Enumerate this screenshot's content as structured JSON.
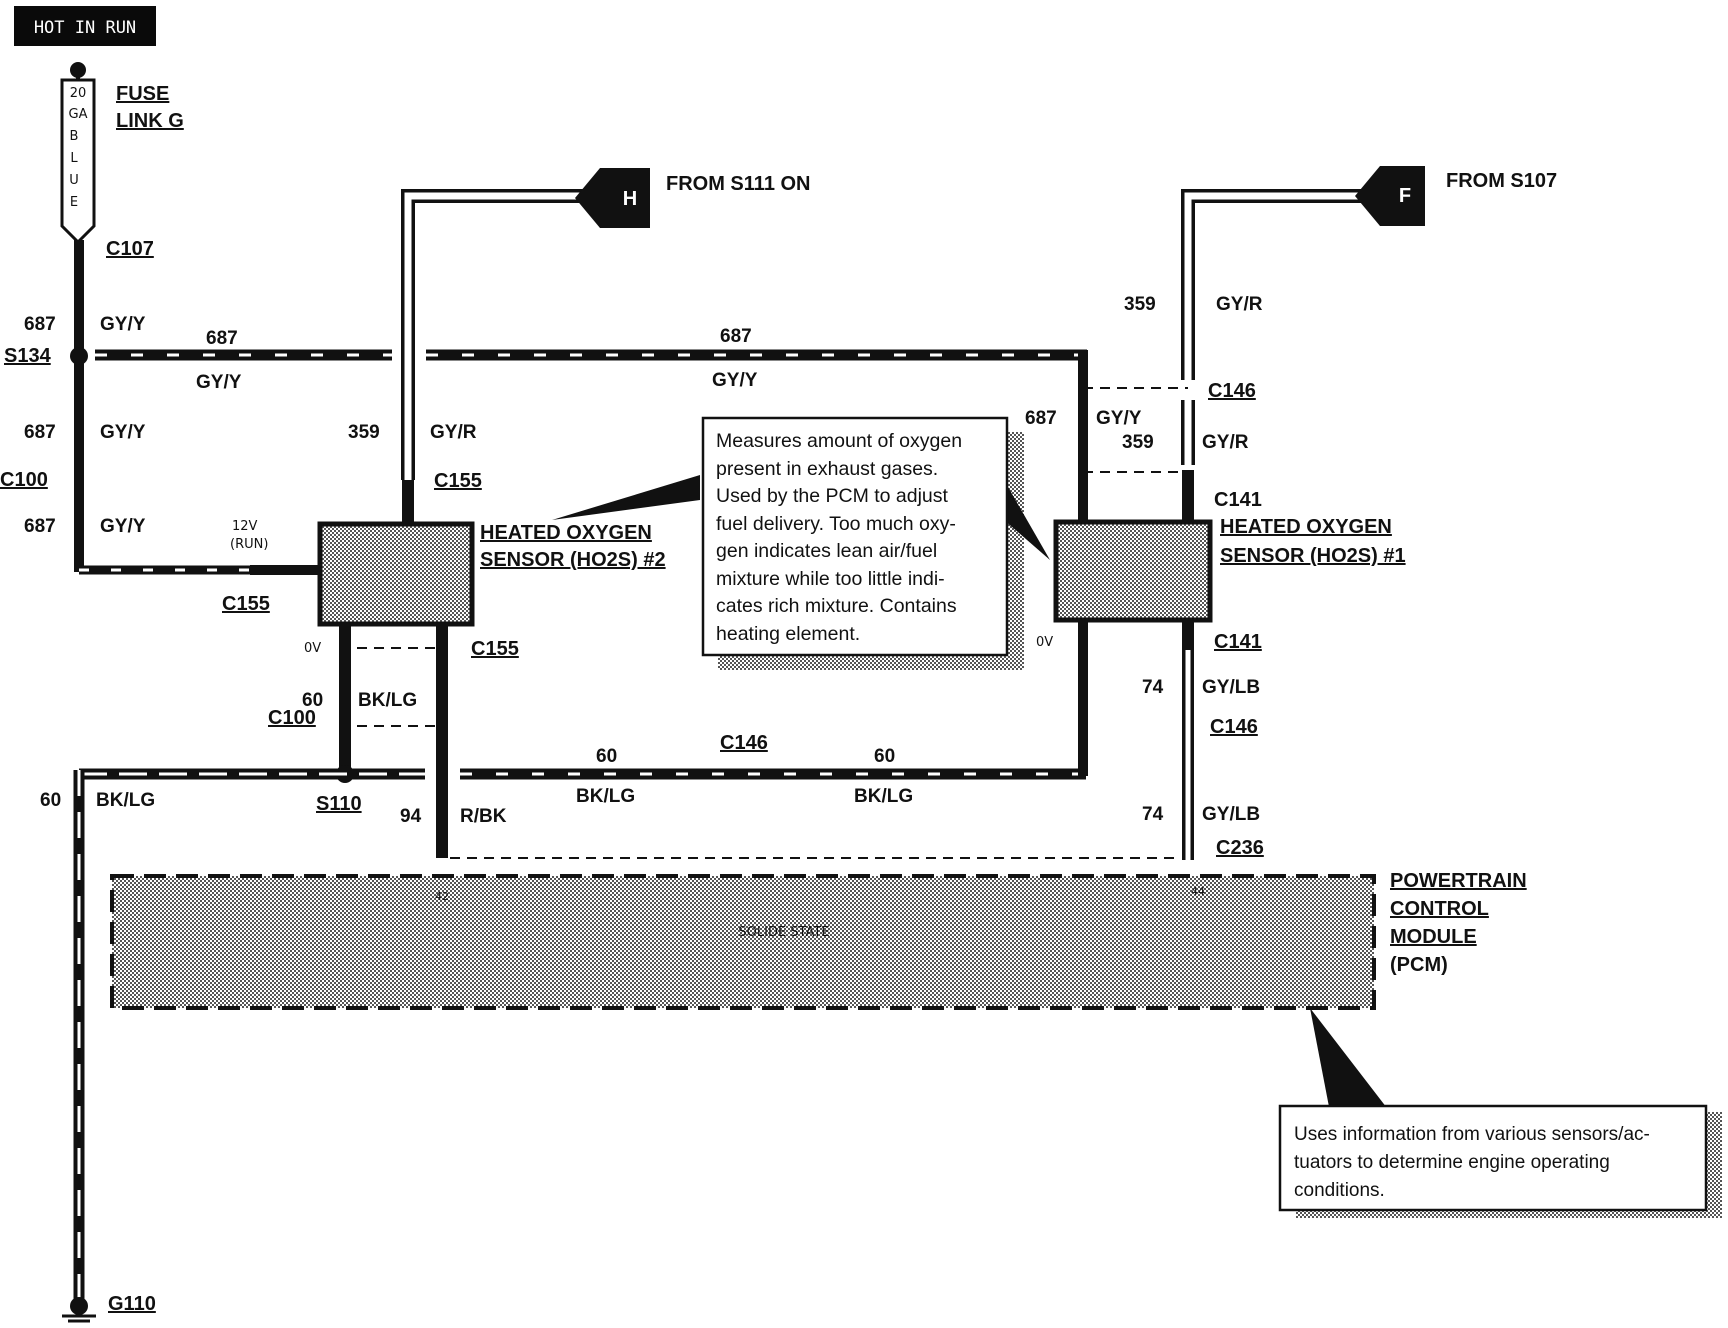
{
  "header": {
    "title": "HOT IN RUN"
  },
  "fuse": {
    "lines": [
      "20",
      "GA",
      "B",
      "L",
      "U",
      "E"
    ],
    "name_line1": "FUSE",
    "name_line2": "LINK G"
  },
  "connectors": {
    "c107": "C107",
    "s134": "S134",
    "c100_left": "C100",
    "c155_top": "C155",
    "c155_side": "C155",
    "c155_bottom": "C155",
    "c100_mid": "C100",
    "s110": "S110",
    "c146_mid": "C146",
    "c146_top": "C146",
    "c141_top": "C141",
    "c141_bottom": "C141",
    "c146_low": "C146",
    "c236": "C236",
    "g110": "G110"
  },
  "wires": {
    "w687_a": "687",
    "w687_b": "687",
    "w687_c": "687",
    "w687_d": "687",
    "w687_e": "687",
    "w687_f": "687",
    "gyy_a": "GY/Y",
    "gyy_b": "GY/Y",
    "gyy_c": "GY/Y",
    "gyy_d": "GY/Y",
    "gyy_e": "GY/Y",
    "gyy_f": "GY/Y",
    "w359_a": "359",
    "w359_b": "359",
    "w359_c": "359",
    "gyr_a": "GY/R",
    "gyr_b": "GY/R",
    "gyr_c": "GY/R",
    "w60_a": "60",
    "w60_b": "60",
    "w60_c": "60",
    "w60_d": "60",
    "bklg_a": "BK/LG",
    "bklg_b": "BK/LG",
    "bklg_c": "BK/LG",
    "bklg_d": "BK/LG",
    "w94": "94",
    "rbk": "R/BK",
    "w74_a": "74",
    "w74_b": "74",
    "gylb_a": "GY/LB",
    "gylb_b": "GY/LB"
  },
  "small": {
    "v12": "12V",
    "run": "(RUN)",
    "ov_left": "0V",
    "ov_right": "0V",
    "pin42": "42",
    "pin44": "44",
    "solid_state": "SOLIDE STATE"
  },
  "sources": {
    "h_badge": "H",
    "h_text": "FROM S111 ON",
    "f_badge": "F",
    "f_text": "FROM S107"
  },
  "ho2s2": {
    "line1": "HEATED OXYGEN",
    "line2": "SENSOR (HO2S) #2"
  },
  "ho2s1": {
    "line1": "HEATED OXYGEN",
    "line2": "SENSOR (HO2S) #1"
  },
  "pcm": {
    "line1": "POWERTRAIN",
    "line2": "CONTROL",
    "line3": "MODULE",
    "line4": "(PCM)"
  },
  "note_sensor": {
    "lines": [
      "Measures amount of oxygen",
      "present in exhaust gases.",
      "Used by the PCM to adjust",
      "fuel delivery. Too much oxy-",
      "gen indicates lean air/fuel",
      "mixture while too little indi-",
      "cates rich mixture. Contains",
      "heating element."
    ]
  },
  "note_pcm": {
    "lines": [
      "Uses information from various sensors/ac-",
      "tuators to determine engine operating",
      "conditions."
    ]
  }
}
